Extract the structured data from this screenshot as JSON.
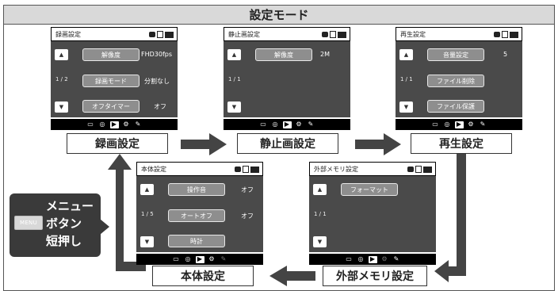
{
  "title": "設定モード",
  "screens": {
    "recording": {
      "title": "録画設定",
      "page": "1 / 2",
      "items": [
        {
          "label": "解像度",
          "value": "FHD30fps"
        },
        {
          "label": "録画モード",
          "value": "分割なし"
        },
        {
          "label": "オフタイマー",
          "value": "オフ"
        }
      ]
    },
    "still": {
      "title": "静止画設定",
      "page": "1 / 1",
      "items": [
        {
          "label": "解像度",
          "value": "2M"
        }
      ]
    },
    "playback": {
      "title": "再生設定",
      "page": "1 / 1",
      "items": [
        {
          "label": "音量設定",
          "value": "5"
        },
        {
          "label": "ファイル削除",
          "value": ""
        },
        {
          "label": "ファイル保護",
          "value": ""
        }
      ]
    },
    "unit": {
      "title": "本体設定",
      "page": "1 / 5",
      "items": [
        {
          "label": "操作音",
          "value": "オフ"
        },
        {
          "label": "オートオフ",
          "value": "オフ"
        },
        {
          "label": "時計",
          "value": ""
        }
      ]
    },
    "memory": {
      "title": "外部メモリ設定",
      "page": "1 / 1",
      "items": [
        {
          "label": "フォーマット",
          "value": ""
        }
      ]
    }
  },
  "labels": {
    "recording": "録画設定",
    "still": "静止画設定",
    "playback": "再生設定",
    "unit": "本体設定",
    "memory": "外部メモリ設定"
  },
  "callout": {
    "key": "MENU",
    "line1": "メニュー",
    "line2": "ボタン",
    "line3": "短押し"
  },
  "icons": {
    "up": "▲",
    "down": "▼",
    "video": "▭",
    "photo": "◎",
    "play": "▶",
    "settings": "⚙",
    "tool": "✎"
  },
  "colors": {
    "screen_bg": "#4a4a4a",
    "button_bg": "#8e8e8e",
    "arrow": "#444444",
    "header_bg": "#d9d9d9"
  }
}
